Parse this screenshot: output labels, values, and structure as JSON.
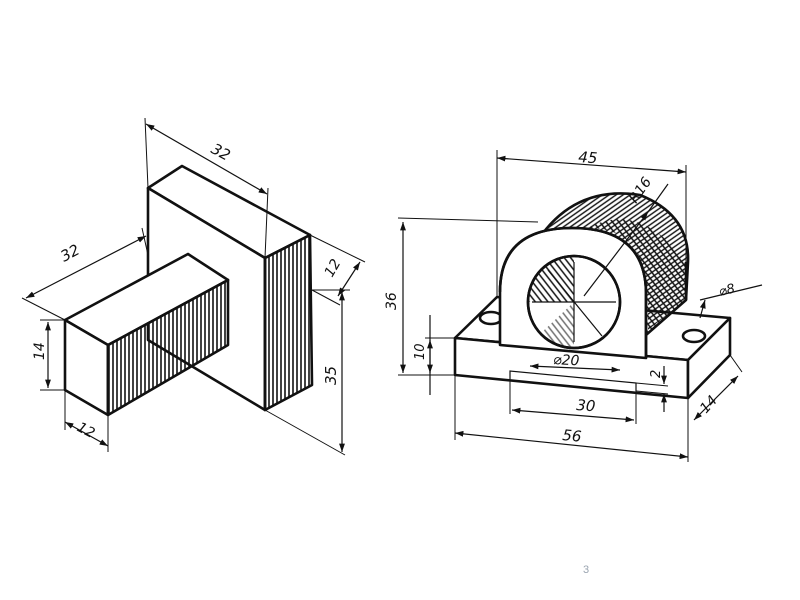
{
  "left_part": {
    "dims": {
      "top_width": "32",
      "left_width": "32",
      "thickness": "12",
      "front_height": "14",
      "front_width": "12",
      "right_height": "35"
    }
  },
  "right_part": {
    "dims": {
      "total_width_top": "45",
      "radius": "R16",
      "hole_diameter": "⌀8",
      "height": "36",
      "base_height": "10",
      "bore_diameter": "⌀20",
      "slot_depth": "2",
      "slot_width": "30",
      "base_length": "56",
      "base_depth": "14"
    }
  },
  "page": {
    "number": "3"
  }
}
